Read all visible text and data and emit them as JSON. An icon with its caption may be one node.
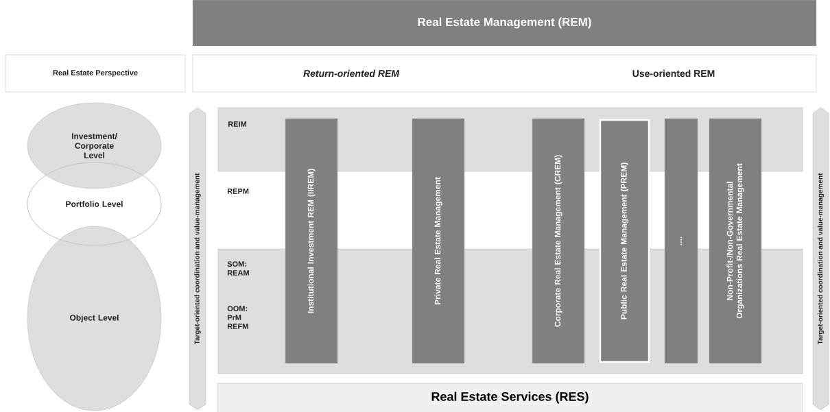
{
  "diagram": {
    "nodes": [
      {
        "text": [
          "Real Estate Management (REM)"
        ]
      },
      {
        "text": [
          "Real Estate Perspective"
        ]
      },
      {
        "text": [
          "Return-oriented REM",
          "Use-oriented REM"
        ]
      },
      {
        "text": [
          "Investment/ Corporate Level"
        ]
      },
      {
        "text": [
          "Portfolio Level"
        ]
      },
      {
        "text": [
          "Object Level"
        ]
      },
      {
        "text": [
          "Target-oriented coordination and value-management"
        ]
      },
      {
        "text": [
          "REIM"
        ]
      },
      {
        "text": [
          "SOM: REAM",
          "OOM: PrM REFM"
        ]
      },
      {
        "text": [
          "Institutional Investment REM (IIREM)"
        ]
      },
      {
        "text": [
          "Private Real Estate Management"
        ]
      },
      {
        "text": [
          "Corporate Real Estate Management (CREM)"
        ]
      },
      {
        "text": [
          "Public Real Estate Management (PREM)"
        ]
      },
      {
        "text": [
          "...."
        ]
      },
      {
        "text": [
          "Non-Profit-/Non-Governmental Organizations Real Estate Management"
        ]
      },
      {
        "text": [
          "Target-oriented coordination and value-management"
        ]
      },
      {
        "text": [
          "Real Estate Services (RES)"
        ]
      }
    ],
    "labels": [
      "REPM"
    ]
  }
}
